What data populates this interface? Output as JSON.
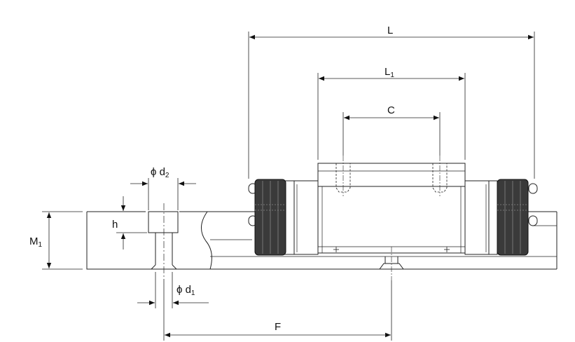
{
  "labels": {
    "L": "L",
    "L1": "L",
    "L1_sub": "1",
    "C": "C",
    "d2": "ϕ d",
    "d2_sub": "2",
    "d1": "ϕ d",
    "d1_sub": "1",
    "h": "h",
    "M1": "M",
    "M1_sub": "1",
    "F": "F"
  }
}
